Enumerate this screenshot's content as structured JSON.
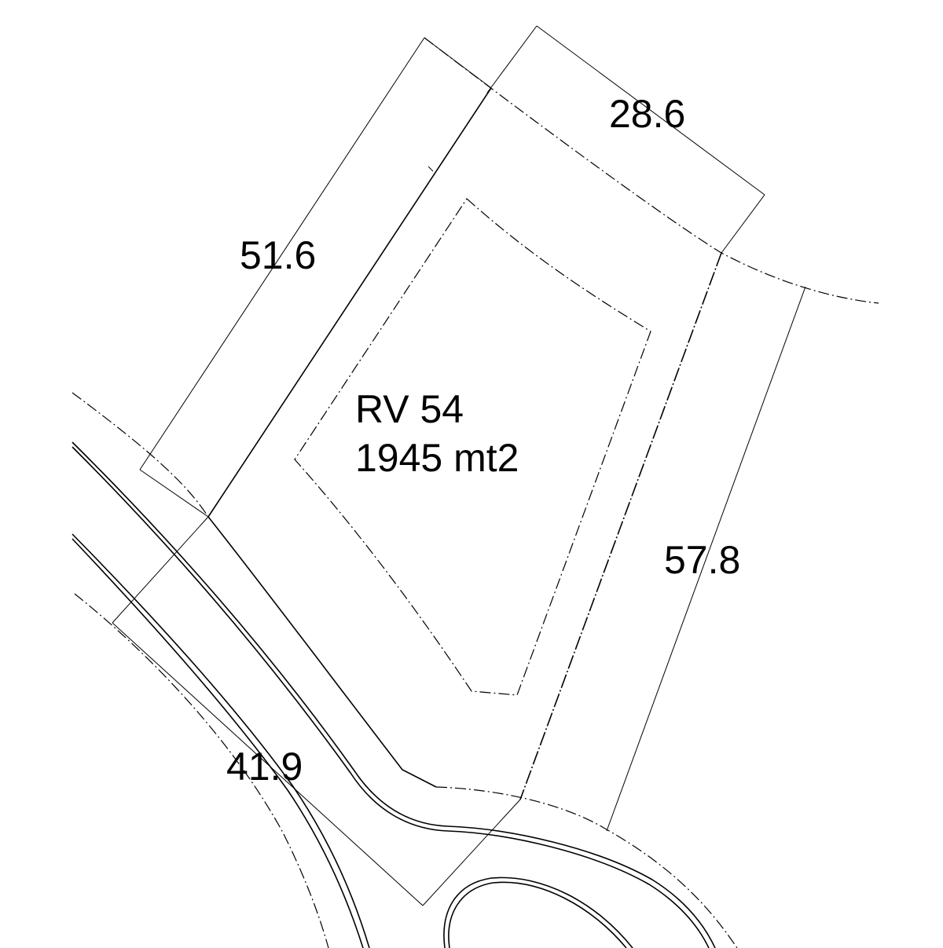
{
  "plot": {
    "id": "RV 54",
    "area": "1945 mt2"
  },
  "dimensions": {
    "north_side": "28.6",
    "west_side": "51.6",
    "east_side": "57.8",
    "south_side": "41.9"
  }
}
